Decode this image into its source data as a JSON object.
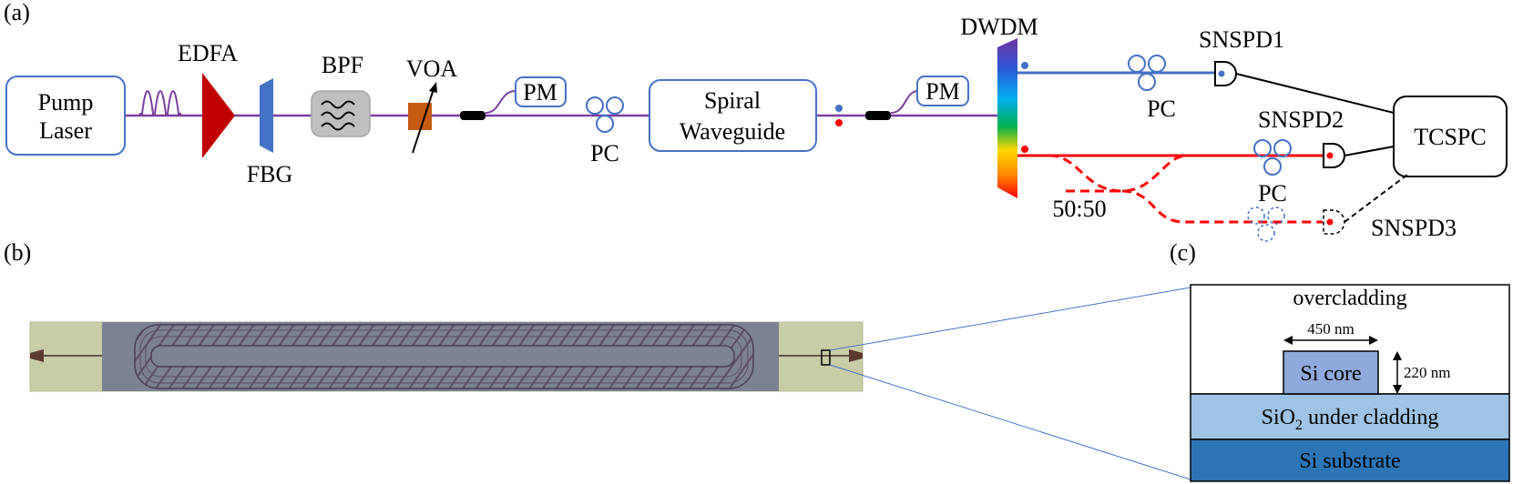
{
  "panels": {
    "a": "(a)",
    "b": "(b)",
    "c": "(c)"
  },
  "components": {
    "pump_laser_line1": "Pump",
    "pump_laser_line2": "Laser",
    "edfa": "EDFA",
    "fbg": "FBG",
    "bpf": "BPF",
    "voa": "VOA",
    "pm1": "PM",
    "pc1": "PC",
    "spiral_line1": "Spiral",
    "spiral_line2": "Waveguide",
    "pm2": "PM",
    "dwdm": "DWDM",
    "pc_upper": "PC",
    "pc_lower": "PC",
    "snspd1": "SNSPD1",
    "snspd2": "SNSPD2",
    "snspd3": "SNSPD3",
    "tcspc": "TCSPC",
    "splitter": "50:50"
  },
  "cross_section": {
    "overcladding": "overcladding",
    "width": "450 nm",
    "height": "220 nm",
    "core": "Si core",
    "under_cladding_prefix": "SiO",
    "under_cladding_sub": "2",
    "under_cladding_suffix": " under cladding",
    "substrate": "Si substrate"
  },
  "colors": {
    "fiber": "#7b3fa0",
    "idler": "#4472c4",
    "signal": "#ff0000",
    "edfa": "#c00000",
    "fbg": "#4472c4",
    "voa": "#c55a11",
    "core": "#8eaadb",
    "under_cladding": "#9dc3e6",
    "substrate": "#2e75b6"
  }
}
